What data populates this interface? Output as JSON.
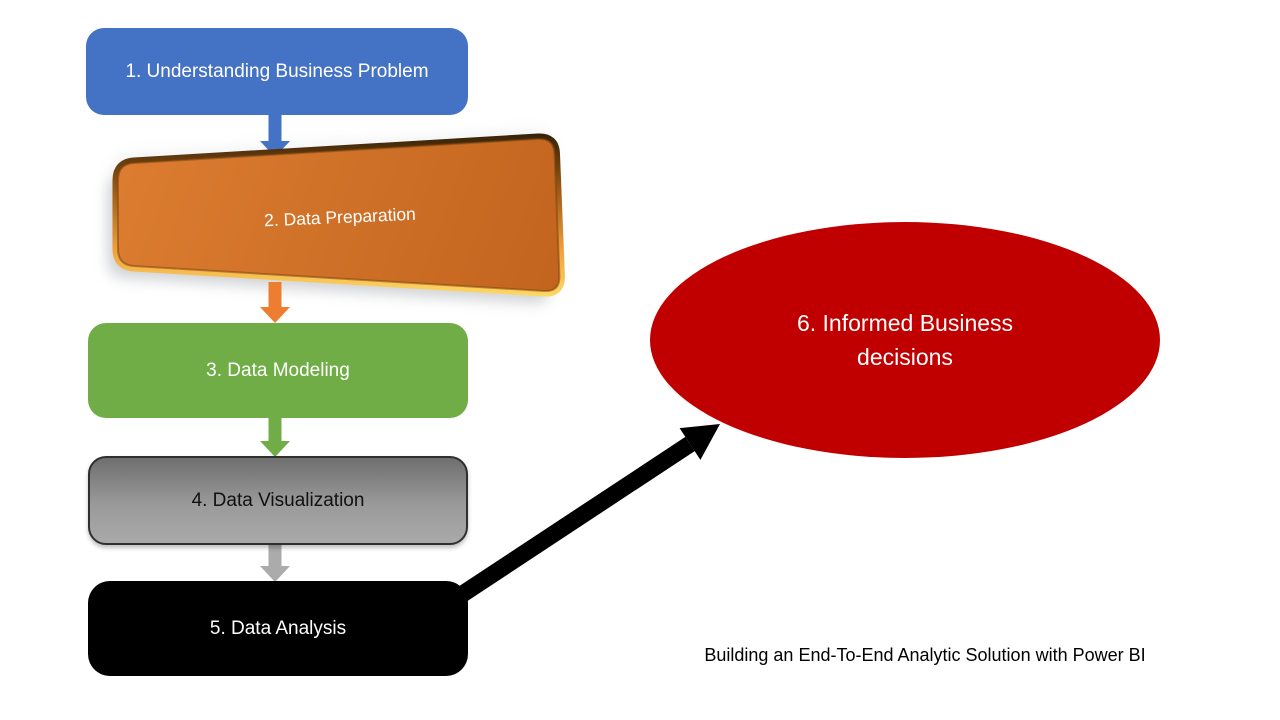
{
  "caption": "Building an End-To-End Analytic Solution with Power BI",
  "diagram": {
    "steps": [
      {
        "id": 1,
        "label": "1. Understanding Business Problem",
        "shape": "rounded-rect",
        "fill": "#4472C4",
        "text_color": "#FFFFFF"
      },
      {
        "id": 2,
        "label": "2. Data Preparation",
        "shape": "3d-beveled-rect",
        "fill": "#CE6F24",
        "bevel_color": "#FFD34D",
        "text_color": "#FFFFFF"
      },
      {
        "id": 3,
        "label": "3. Data Modeling",
        "shape": "rounded-rect",
        "fill": "#70AD47",
        "text_color": "#FFFFFF"
      },
      {
        "id": 4,
        "label": "4. Data Visualization",
        "shape": "rounded-rect",
        "fill": "#8C8C8C",
        "text_color": "#111111"
      },
      {
        "id": 5,
        "label": "5. Data Analysis",
        "shape": "rounded-rect",
        "fill": "#000000",
        "text_color": "#FFFFFF"
      }
    ],
    "outcome": {
      "id": 6,
      "label": "6. Informed Business decisions",
      "label_lines": [
        "6. Informed Business",
        "decisions"
      ],
      "shape": "ellipse",
      "fill": "#C00000",
      "text_color": "#FFFFFF"
    },
    "connectors": [
      {
        "from": 1,
        "to": 2,
        "direction": "down",
        "color": "#4472C4"
      },
      {
        "from": 2,
        "to": 3,
        "direction": "down",
        "color": "#ED7D31"
      },
      {
        "from": 3,
        "to": 4,
        "direction": "down",
        "color": "#70AD47"
      },
      {
        "from": 4,
        "to": 5,
        "direction": "down",
        "color": "#ABABAB"
      },
      {
        "from": 5,
        "to": 6,
        "direction": "diagonal-up-right",
        "color": "#000000"
      }
    ]
  }
}
